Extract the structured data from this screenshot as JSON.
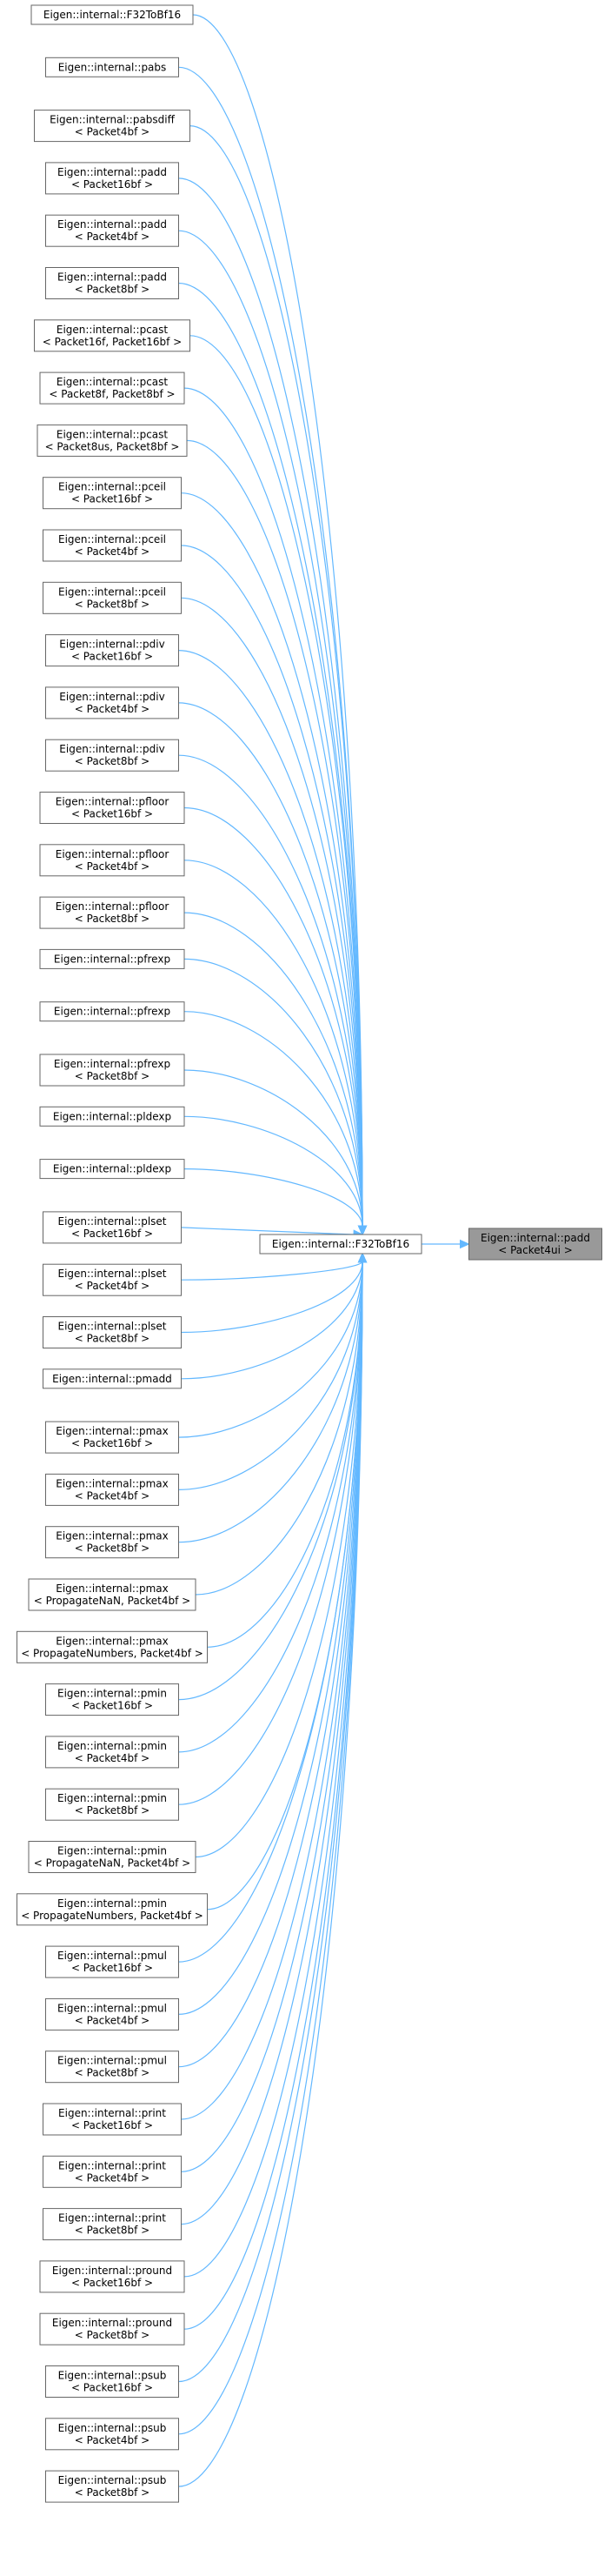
{
  "graph": {
    "direction": "right-to-left",
    "colors": {
      "edge": "#63b8ff",
      "node_border": "#666666",
      "node_fill": "#ffffff",
      "target_fill": "#999999"
    },
    "target": {
      "lines": [
        "Eigen::internal::padd",
        "< Packet4ui >"
      ]
    },
    "hub": {
      "lines": [
        "Eigen::internal::F32ToBf16"
      ]
    },
    "callers": [
      {
        "lines": [
          "Eigen::internal::F32ToBf16"
        ]
      },
      {
        "lines": [
          "Eigen::internal::pabs"
        ]
      },
      {
        "lines": [
          "Eigen::internal::pabsdiff",
          "< Packet4bf >"
        ]
      },
      {
        "lines": [
          "Eigen::internal::padd",
          "< Packet16bf >"
        ]
      },
      {
        "lines": [
          "Eigen::internal::padd",
          "< Packet4bf >"
        ]
      },
      {
        "lines": [
          "Eigen::internal::padd",
          "< Packet8bf >"
        ]
      },
      {
        "lines": [
          "Eigen::internal::pcast",
          "< Packet16f, Packet16bf >"
        ]
      },
      {
        "lines": [
          "Eigen::internal::pcast",
          "< Packet8f, Packet8bf >"
        ]
      },
      {
        "lines": [
          "Eigen::internal::pcast",
          "< Packet8us, Packet8bf >"
        ]
      },
      {
        "lines": [
          "Eigen::internal::pceil",
          "< Packet16bf >"
        ]
      },
      {
        "lines": [
          "Eigen::internal::pceil",
          "< Packet4bf >"
        ]
      },
      {
        "lines": [
          "Eigen::internal::pceil",
          "< Packet8bf >"
        ]
      },
      {
        "lines": [
          "Eigen::internal::pdiv",
          "< Packet16bf >"
        ]
      },
      {
        "lines": [
          "Eigen::internal::pdiv",
          "< Packet4bf >"
        ]
      },
      {
        "lines": [
          "Eigen::internal::pdiv",
          "< Packet8bf >"
        ]
      },
      {
        "lines": [
          "Eigen::internal::pfloor",
          "< Packet16bf >"
        ]
      },
      {
        "lines": [
          "Eigen::internal::pfloor",
          "< Packet4bf >"
        ]
      },
      {
        "lines": [
          "Eigen::internal::pfloor",
          "< Packet8bf >"
        ]
      },
      {
        "lines": [
          "Eigen::internal::pfrexp"
        ]
      },
      {
        "lines": [
          "Eigen::internal::pfrexp"
        ]
      },
      {
        "lines": [
          "Eigen::internal::pfrexp",
          "< Packet8bf >"
        ]
      },
      {
        "lines": [
          "Eigen::internal::pldexp"
        ]
      },
      {
        "lines": [
          "Eigen::internal::pldexp"
        ]
      },
      {
        "lines": [
          "Eigen::internal::plset",
          "< Packet16bf >"
        ]
      },
      {
        "lines": [
          "Eigen::internal::plset",
          "< Packet4bf >"
        ]
      },
      {
        "lines": [
          "Eigen::internal::plset",
          "< Packet8bf >"
        ]
      },
      {
        "lines": [
          "Eigen::internal::pmadd"
        ]
      },
      {
        "lines": [
          "Eigen::internal::pmax",
          "< Packet16bf >"
        ]
      },
      {
        "lines": [
          "Eigen::internal::pmax",
          "< Packet4bf >"
        ]
      },
      {
        "lines": [
          "Eigen::internal::pmax",
          "< Packet8bf >"
        ]
      },
      {
        "lines": [
          "Eigen::internal::pmax",
          "< PropagateNaN, Packet4bf >"
        ]
      },
      {
        "lines": [
          "Eigen::internal::pmax",
          "< PropagateNumbers, Packet4bf >"
        ]
      },
      {
        "lines": [
          "Eigen::internal::pmin",
          "< Packet16bf >"
        ]
      },
      {
        "lines": [
          "Eigen::internal::pmin",
          "< Packet4bf >"
        ]
      },
      {
        "lines": [
          "Eigen::internal::pmin",
          "< Packet8bf >"
        ]
      },
      {
        "lines": [
          "Eigen::internal::pmin",
          "< PropagateNaN, Packet4bf >"
        ]
      },
      {
        "lines": [
          "Eigen::internal::pmin",
          "< PropagateNumbers, Packet4bf >"
        ]
      },
      {
        "lines": [
          "Eigen::internal::pmul",
          "< Packet16bf >"
        ]
      },
      {
        "lines": [
          "Eigen::internal::pmul",
          "< Packet4bf >"
        ]
      },
      {
        "lines": [
          "Eigen::internal::pmul",
          "< Packet8bf >"
        ]
      },
      {
        "lines": [
          "Eigen::internal::print",
          "< Packet16bf >"
        ]
      },
      {
        "lines": [
          "Eigen::internal::print",
          "< Packet4bf >"
        ]
      },
      {
        "lines": [
          "Eigen::internal::print",
          "< Packet8bf >"
        ]
      },
      {
        "lines": [
          "Eigen::internal::pround",
          "< Packet16bf >"
        ]
      },
      {
        "lines": [
          "Eigen::internal::pround",
          "< Packet8bf >"
        ]
      },
      {
        "lines": [
          "Eigen::internal::psub",
          "< Packet16bf >"
        ]
      },
      {
        "lines": [
          "Eigen::internal::psub",
          "< Packet4bf >"
        ]
      },
      {
        "lines": [
          "Eigen::internal::psub",
          "< Packet8bf >"
        ]
      }
    ]
  }
}
